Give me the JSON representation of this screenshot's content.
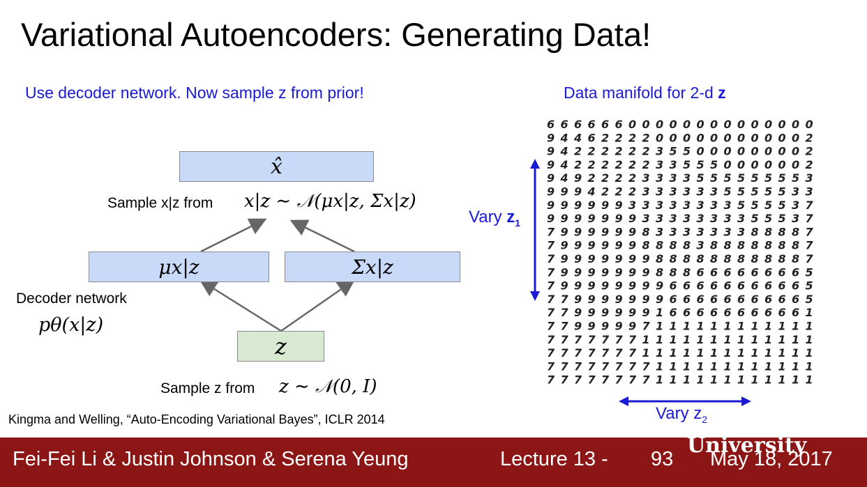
{
  "slide": {
    "title": "Variational Autoencoders: Generating Data!",
    "left_subtitle": "Use decoder network.  Now sample z from prior!",
    "right_subtitle_prefix": "Data manifold for 2-d ",
    "right_subtitle_bold": "z"
  },
  "diagram": {
    "x_hat": "x̂",
    "sample_x_label": "Sample x|z from",
    "x_dist": "x|z ∼ 𝒩(μx|z, Σx|z)",
    "mu_box": "μx|z",
    "sigma_box": "Σx|z",
    "decoder_label": "Decoder network",
    "decoder_math": "pθ(x|z)",
    "z_box": "z",
    "sample_z_label": "Sample z from",
    "z_dist": "z ∼ 𝒩(0, I)"
  },
  "manifold": {
    "vary_z1_prefix": "Vary ",
    "vary_z1_bold": "z",
    "vary_z1_sub": "1",
    "vary_z2": "Vary z",
    "vary_z2_sub": "2",
    "grid_rows": [
      "66666600000000000000",
      "94462222000000000002",
      "94222222355000000002",
      "94222222335550000002",
      "94922223333555555553",
      "99942223333335555533",
      "99999933333333555537",
      "99999993333333355537",
      "79999998333333388887",
      "79999998888388888887",
      "79999999888888888887",
      "79999999888666666665",
      "79999999966666666665",
      "77999999966666666665",
      "77999999166666666661",
      "77999997111111111111",
      "77777771111111111111",
      "77777771111111111111",
      "77777777111111111111",
      "77777777111111111111"
    ]
  },
  "citation": "Kingma and Welling, “Auto-Encoding Variational Bayes”, ICLR 2014",
  "footer": {
    "authors": "Fei-Fei Li & Justin Johnson & Serena Yeung",
    "lecture": "Lecture 13 -",
    "page": "93",
    "date": "May 18, 2017",
    "watermark": "University"
  },
  "colors": {
    "footer_bg": "#8c1515",
    "subtitle_blue": "#1a1ad6",
    "box_blue": "#c9daf8",
    "box_green": "#d9ead3"
  }
}
